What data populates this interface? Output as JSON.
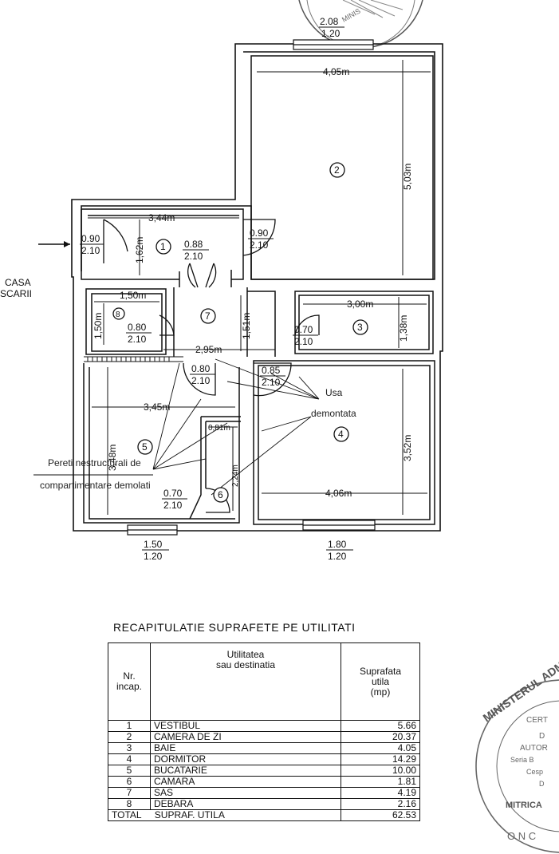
{
  "plan": {
    "entrance_label_line1": "CASA",
    "entrance_label_line2": "SCARII",
    "rooms": [
      {
        "num": "1",
        "name": "VESTIBUL"
      },
      {
        "num": "2",
        "name": "CAMERA DE ZI"
      },
      {
        "num": "3",
        "name": "BAIE"
      },
      {
        "num": "4",
        "name": "DORMITOR"
      },
      {
        "num": "5",
        "name": "BUCATARIE"
      },
      {
        "num": "6",
        "name": "CAMARA"
      },
      {
        "num": "7",
        "name": "SAS"
      },
      {
        "num": "8",
        "name": "DEBARA"
      }
    ],
    "dimensions": {
      "r2_width": "4,05m",
      "r2_length": "5,03m",
      "r1_width": "3,44m",
      "r1_length": "1,62m",
      "r3_width": "3,00m",
      "r3_length": "1,38m",
      "r8_width": "1,50m",
      "r8_length": "1,50m",
      "r7_width": "2,95m",
      "r7_length": "1,51m",
      "r5_width": "3,45m",
      "r5_length": "3,48m",
      "r4_length": "3,52m",
      "r4_width": "4,06m",
      "r6_width": "0,81m",
      "r6_length": "2,24m"
    },
    "openings": {
      "win_top": {
        "w": "2.08",
        "h": "1.20"
      },
      "win_bottom_left": {
        "w": "1.50",
        "h": "1.20"
      },
      "win_bottom_right": {
        "w": "1.80",
        "h": "1.20"
      },
      "door_entrance": {
        "w": "0.90",
        "h": "2.10"
      },
      "door_r1_r7": {
        "w": "0.88",
        "h": "2.10"
      },
      "door_r2": {
        "w": "0.90",
        "h": "2.10"
      },
      "door_r8": {
        "w": "0.80",
        "h": "2.10"
      },
      "door_r3": {
        "w": "0.70",
        "h": "2.10"
      },
      "door_r5": {
        "w": "0.80",
        "h": "2.10"
      },
      "door_r4": {
        "w": "0.85",
        "h": "2.10"
      },
      "door_r6": {
        "w": "0.70",
        "h": "2.10"
      }
    },
    "annotations": {
      "usa_line1": "Usa",
      "usa_line2": "demontata",
      "pereti_line1": "Pereti nestructurali de",
      "pereti_line2": "compartimentare demolati"
    }
  },
  "stamps": {
    "top_fragment": "MINIS",
    "right_ring": "MINISTERUL ADMI",
    "right_lines": [
      "CERT",
      "D",
      "AUTOR",
      "Seria B",
      "Cesp",
      "D",
      "MITRICA",
      "O N C"
    ]
  },
  "table": {
    "title": "RECAPITULATIE SUPRAFETE PE UTILITATI",
    "headers": {
      "nr_line1": "Nr.",
      "nr_line2": "incap.",
      "util_line1": "Utilitatea",
      "util_line2": "sau destinatia",
      "supr_line1": "Suprafata",
      "supr_line2": "utila",
      "supr_line3": "(mp)"
    },
    "rows": [
      {
        "nr": "1",
        "name": "VESTIBUL",
        "area": "5.66"
      },
      {
        "nr": "2",
        "name": "CAMERA DE ZI",
        "area": "20.37"
      },
      {
        "nr": "3",
        "name": "BAIE",
        "area": "4.05"
      },
      {
        "nr": "4",
        "name": "DORMITOR",
        "area": "14.29"
      },
      {
        "nr": "5",
        "name": "BUCATARIE",
        "area": "10.00"
      },
      {
        "nr": "6",
        "name": "CAMARA",
        "area": "1.81"
      },
      {
        "nr": "7",
        "name": "SAS",
        "area": "4.19"
      },
      {
        "nr": "8",
        "name": "DEBARA",
        "area": "2.16"
      }
    ],
    "total_label_1": "TOTAL",
    "total_label_2": "SUPRAF. UTILA",
    "total_value": "62.53"
  }
}
